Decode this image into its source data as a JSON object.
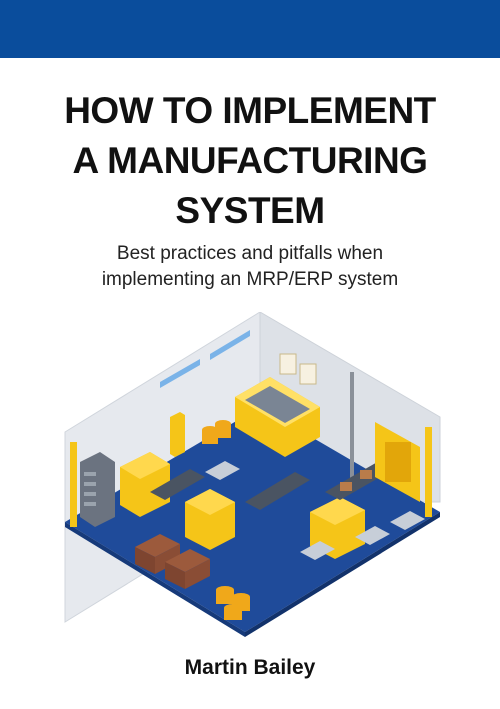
{
  "cover": {
    "title_lines": [
      "HOW TO IMPLEMENT",
      "A MANUFACTURING",
      "SYSTEM"
    ],
    "subtitle_lines": [
      "Best practices and pitfalls when",
      "implementing an MRP/ERP system"
    ],
    "author": "Martin Bailey",
    "colors": {
      "band": "#0a4d9c",
      "floor": "#1f4b9a",
      "machine_yellow": "#f5c518",
      "wall": "#e8ebef"
    }
  }
}
